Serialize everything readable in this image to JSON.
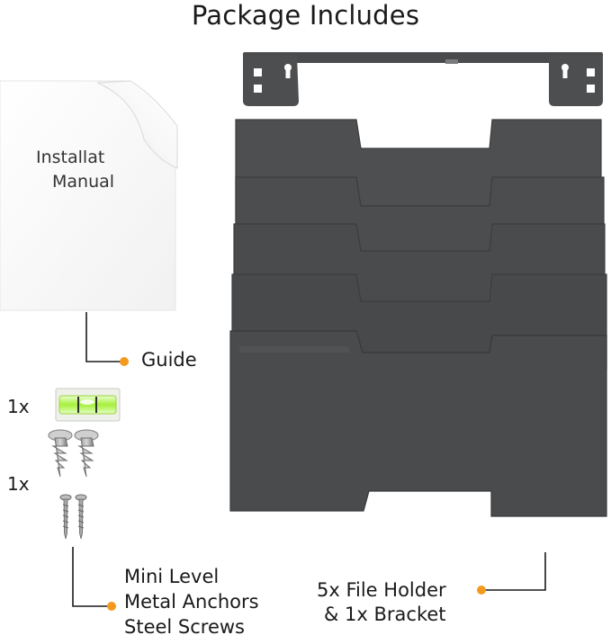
{
  "title": "Package Includes",
  "manual": {
    "line1": "Installat",
    "line2": "Manual"
  },
  "guide_label": "Guide",
  "quantities": {
    "level": "1x",
    "hardware": "1x"
  },
  "small_parts": [
    "Mini Level",
    "Metal Anchors",
    "Steel Screws"
  ],
  "holder_parts": [
    "5x File Holder",
    "& 1x Bracket"
  ],
  "colors": {
    "accent": "#F39A1E",
    "holder": "#4a4b4d",
    "holder_edge": "#3b3c3e",
    "level_liquid": "#b7f25a"
  }
}
